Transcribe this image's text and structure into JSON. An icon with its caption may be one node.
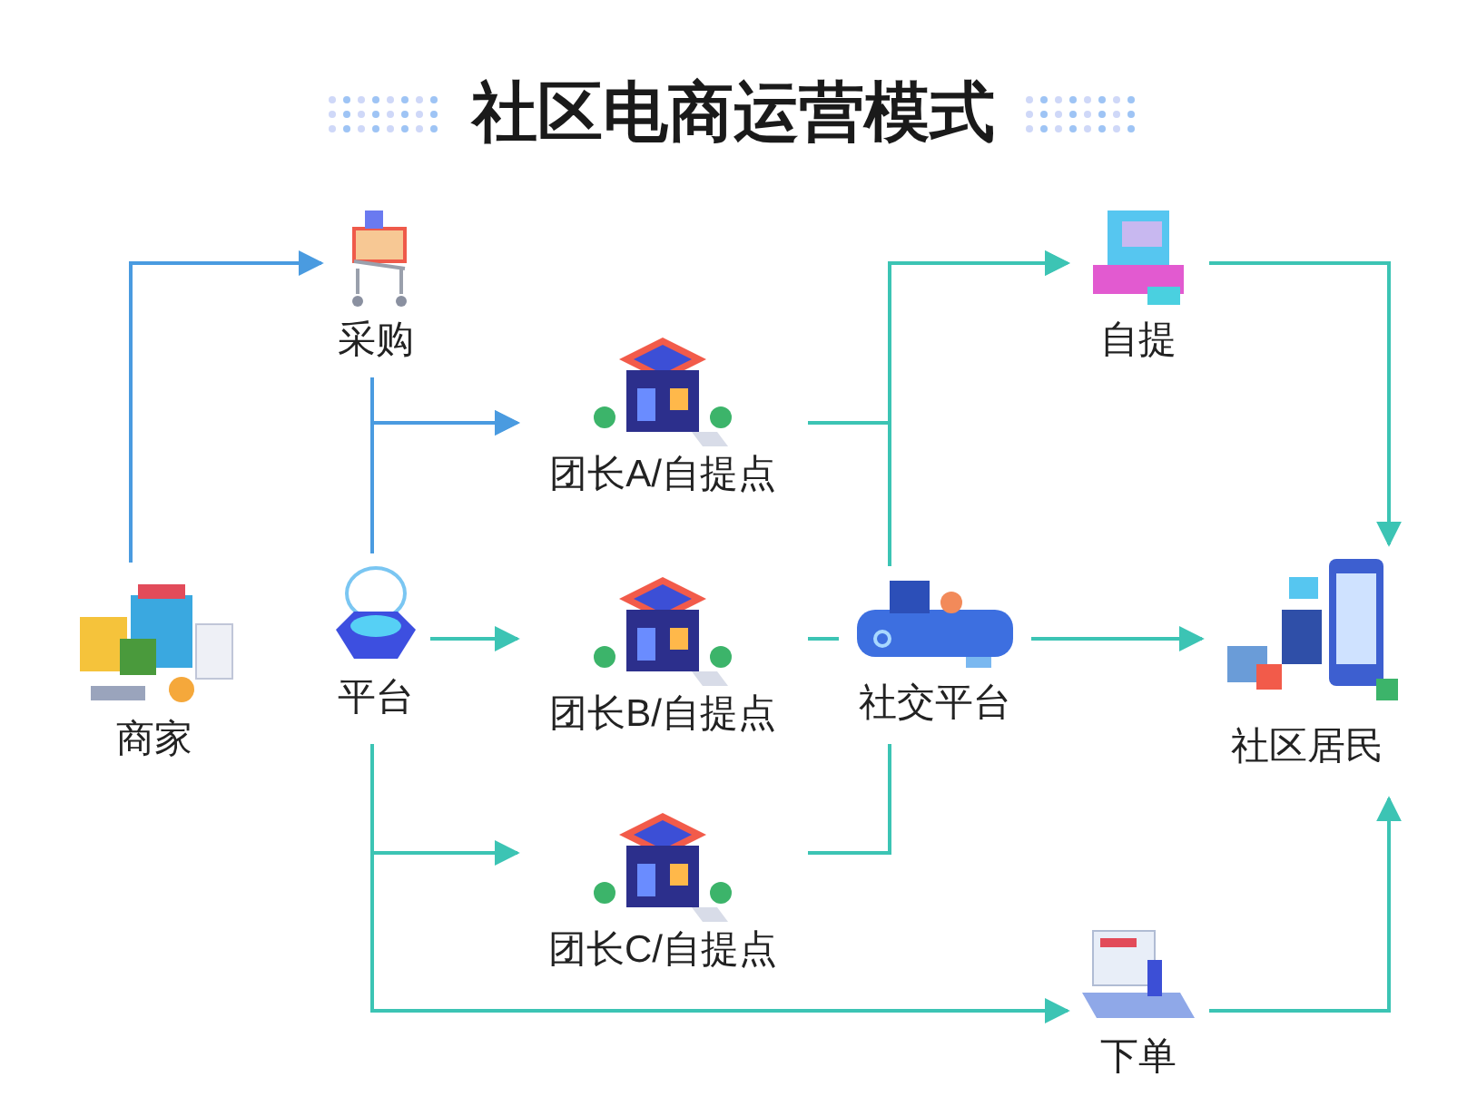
{
  "diagram": {
    "title": "社区电商运营模式",
    "nodes": [
      {
        "text": [
          "商家"
        ]
      },
      {
        "text": [
          "平台"
        ]
      },
      {
        "text": [
          "采购"
        ]
      },
      {
        "text": [
          "团长A/自提点"
        ]
      },
      {
        "text": [
          "团长B/自提点"
        ]
      },
      {
        "text": [
          "团长C/自提点"
        ]
      },
      {
        "text": [
          "社交平台"
        ]
      },
      {
        "text": [
          "自提"
        ]
      },
      {
        "text": [
          "社区居民"
        ]
      },
      {
        "text": [
          "下单"
        ]
      }
    ],
    "edges": [
      {
        "from": 0,
        "to": 2,
        "arrow": "to",
        "color": "#4a9be0"
      },
      {
        "from": 2,
        "to": 3,
        "arrow": "to",
        "color": "#4a9be0"
      },
      {
        "from": 1,
        "to": 3,
        "arrow": "to",
        "color": "#4a9be0"
      },
      {
        "from": 1,
        "to": 4,
        "arrow": "to"
      },
      {
        "from": 1,
        "to": 5,
        "arrow": "to"
      },
      {
        "from": 1,
        "to": 9,
        "arrow": "to"
      },
      {
        "from": 3,
        "to": 7,
        "arrow": "to"
      },
      {
        "from": 6,
        "to": 7,
        "arrow": "to"
      },
      {
        "from": 4,
        "to": 6,
        "arrow": "none"
      },
      {
        "from": 5,
        "to": 6,
        "arrow": "none"
      },
      {
        "from": 6,
        "to": 8,
        "arrow": "to"
      },
      {
        "from": 7,
        "to": 8,
        "arrow": "to"
      },
      {
        "from": 9,
        "to": 8,
        "arrow": "to"
      }
    ]
  }
}
